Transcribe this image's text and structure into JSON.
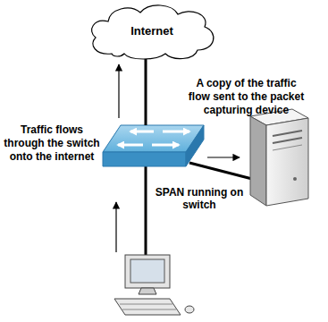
{
  "diagram": {
    "nodes": [
      {
        "text": [
          "Internet"
        ]
      },
      {
        "text": [
          "SPAN running on switch"
        ]
      }
    ],
    "edges": [
      {
        "from": 1,
        "to": 0,
        "arrow": "none"
      }
    ],
    "labels": [
      "A copy of the traffic flow sent to the packet capturing device",
      "Traffic flows through the switch onto the internet"
    ]
  }
}
